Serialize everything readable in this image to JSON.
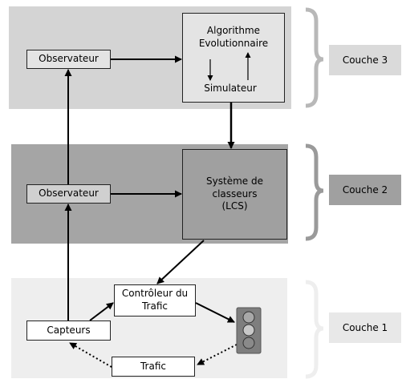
{
  "layers": [
    {
      "id": "couche3",
      "label": "Couche 3"
    },
    {
      "id": "couche2",
      "label": "Couche 2"
    },
    {
      "id": "couche1",
      "label": "Couche 1"
    }
  ],
  "boxes": {
    "observateur3": "Observateur",
    "algorithme": "Algorithme\nEvolutionnaire",
    "simulateur": "Simulateur",
    "observateur2": "Observateur",
    "lcs": "Système de\nclasseurs\n(LCS)",
    "controleur": "Contrôleur du\nTrafic",
    "capteurs": "Capteurs",
    "trafic": "Trafic"
  },
  "colors": {
    "layer3_bg": "#d4d4d4",
    "layer2_bg": "#a5a5a5",
    "layer1_bg": "#eeeeee",
    "label3_bg": "#dadada",
    "label2_bg": "#a0a0a0",
    "label1_bg": "#e8e8e8",
    "brace": "#b8b8b8",
    "traffic_light_body": "#7e7e7e",
    "traffic_light_lamp": "#a8a8a8"
  }
}
